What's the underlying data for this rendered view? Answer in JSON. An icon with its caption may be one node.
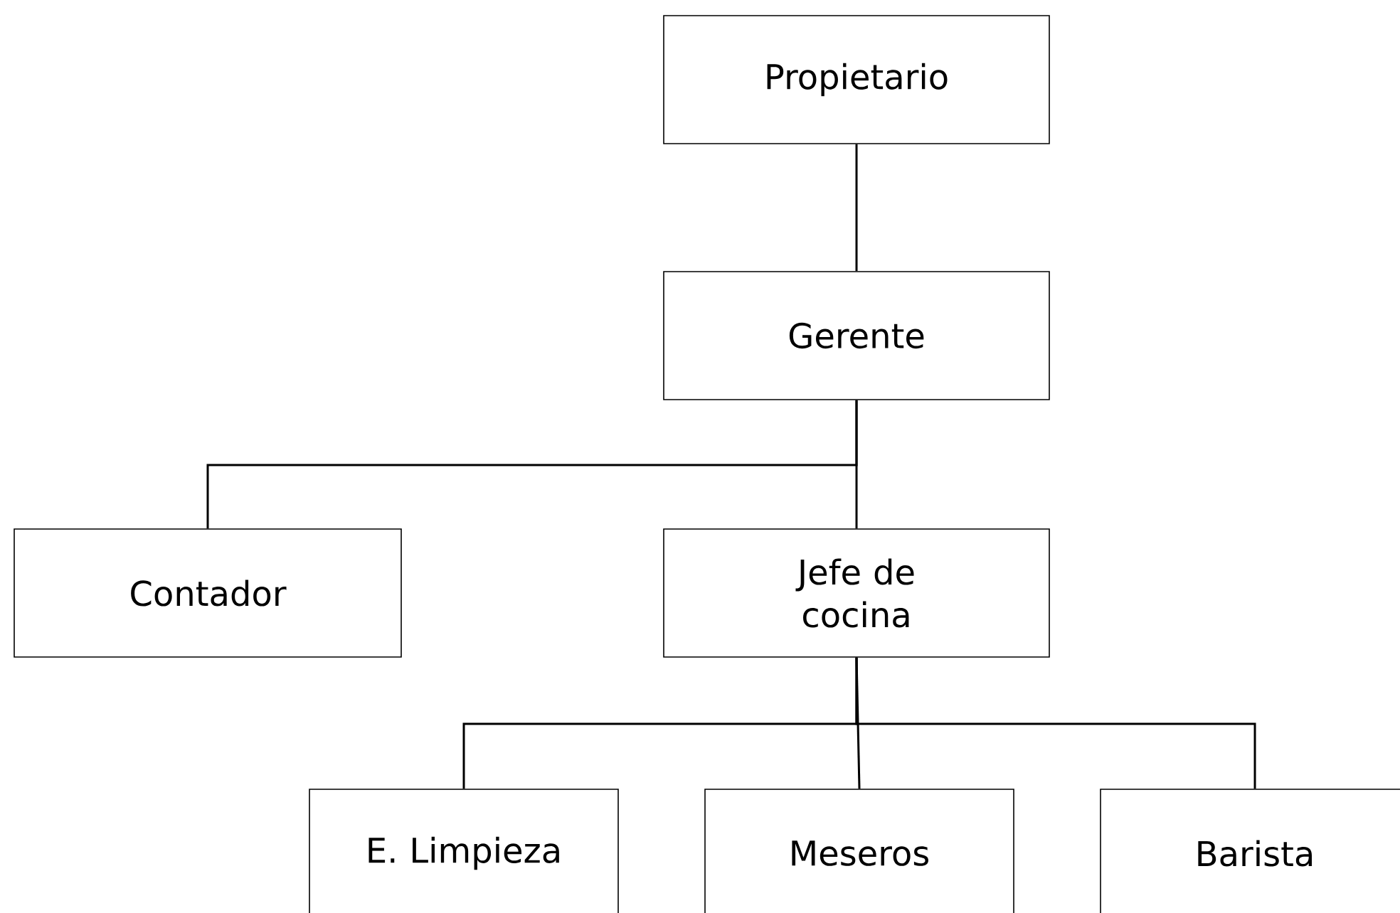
{
  "diagram": {
    "nodes": [
      {
        "text": [
          "Propietario"
        ]
      },
      {
        "text": [
          "Gerente"
        ]
      },
      {
        "text": [
          "Contador"
        ]
      },
      {
        "text": [
          "Jefe de cocina"
        ]
      },
      {
        "text": [
          "E. Limpieza"
        ]
      },
      {
        "text": [
          "Meseros"
        ]
      },
      {
        "text": [
          "Barista"
        ]
      }
    ],
    "edges": [
      {
        "from": 0,
        "to": 1,
        "arrow": "none"
      },
      {
        "from": 1,
        "to": 2,
        "arrow": "none"
      },
      {
        "from": 1,
        "to": 3,
        "arrow": "none"
      },
      {
        "from": 3,
        "to": 4,
        "arrow": "none"
      },
      {
        "from": 3,
        "to": 5,
        "arrow": "none"
      },
      {
        "from": 3,
        "to": 6,
        "arrow": "none"
      }
    ]
  }
}
